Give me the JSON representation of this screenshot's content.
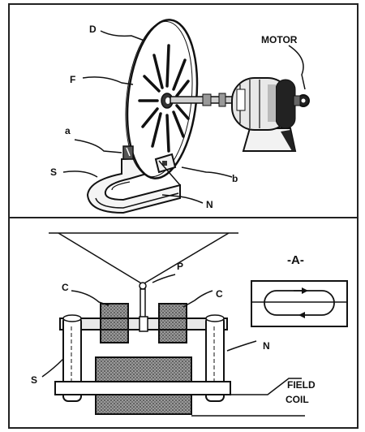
{
  "top_panel": {
    "labels": {
      "disc": "D",
      "fins": "F",
      "contact_a": "a",
      "contact_b": "b",
      "south": "S",
      "north": "N",
      "motor": "MOTOR"
    }
  },
  "bottom_panel": {
    "labels": {
      "coil_left": "C",
      "coil_right": "C",
      "pointer": "P",
      "north": "N",
      "south": "S",
      "inset": "-A-",
      "field_coil_line1": "FIELD",
      "field_coil_line2": "COIL"
    }
  }
}
